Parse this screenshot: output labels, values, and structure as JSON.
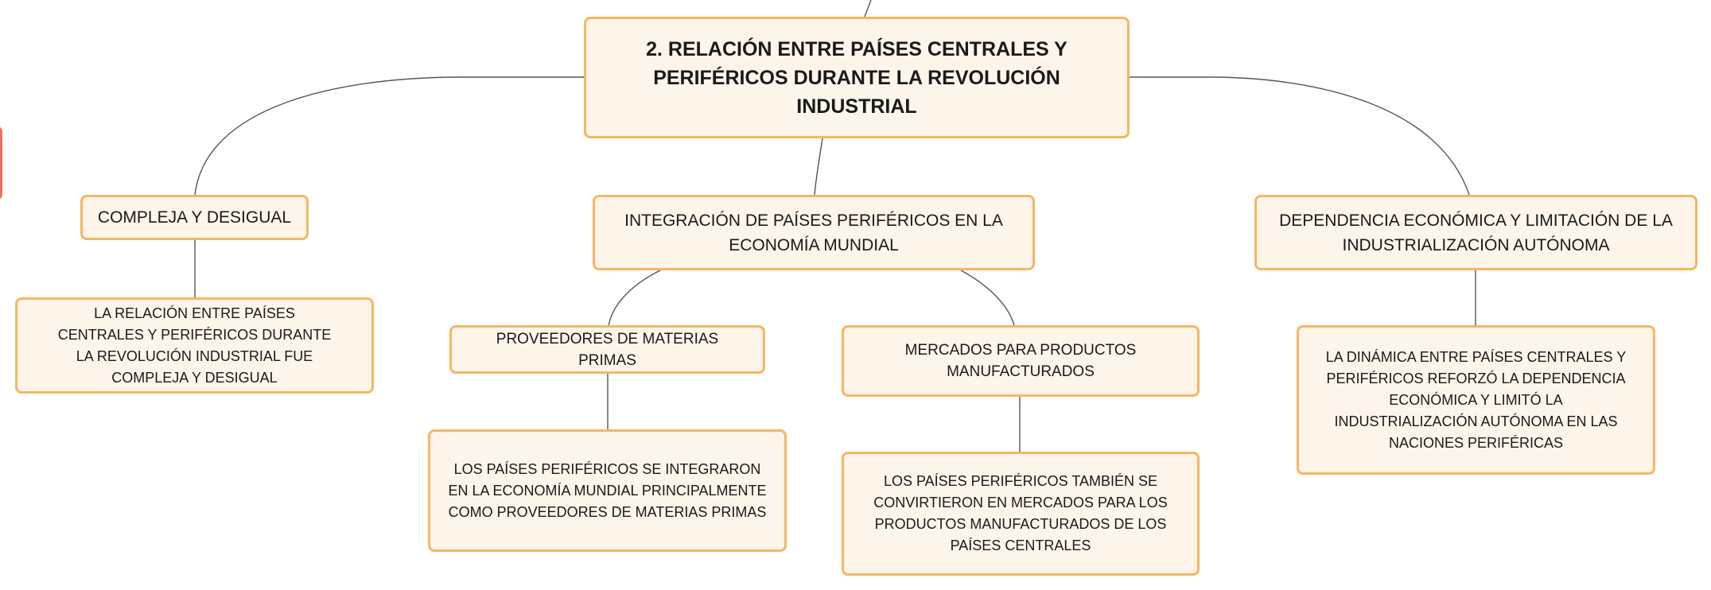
{
  "diagram": {
    "root": {
      "text": "2. RELACIÓN ENTRE PAÍSES CENTRALES Y PERIFÉRICOS DURANTE LA REVOLUCIÓN INDUSTRIAL"
    },
    "branches": [
      {
        "label": "COMPLEJA Y DESIGUAL",
        "detail": "LA RELACIÓN ENTRE PAÍSES CENTRALES Y PERIFÉRICOS DURANTE LA REVOLUCIÓN INDUSTRIAL FUE COMPLEJA Y DESIGUAL"
      },
      {
        "label": "INTEGRACIÓN DE PAÍSES PERIFÉRICOS EN LA ECONOMÍA MUNDIAL",
        "children": [
          {
            "label": "PROVEEDORES DE MATERIAS PRIMAS",
            "detail": "LOS PAÍSES PERIFÉRICOS SE INTEGRARON EN LA ECONOMÍA MUNDIAL PRINCIPALMENTE COMO PROVEEDORES DE MATERIAS PRIMAS"
          },
          {
            "label": "MERCADOS PARA PRODUCTOS MANUFACTURADOS",
            "detail": "LOS PAÍSES PERIFÉRICOS TAMBIÉN SE CONVIRTIERON EN MERCADOS PARA LOS PRODUCTOS MANUFACTURADOS DE LOS PAÍSES CENTRALES"
          }
        ]
      },
      {
        "label": "DEPENDENCIA ECONÓMICA Y LIMITACIÓN DE LA INDUSTRIALIZACIÓN AUTÓNOMA",
        "detail": "LA DINÁMICA ENTRE PAÍSES CENTRALES Y PERIFÉRICOS REFORZÓ LA DEPENDENCIA ECONÓMICA Y LIMITÓ LA INDUSTRIALIZACIÓN AUTÓNOMA EN LAS NACIONES PERIFÉRICAS"
      }
    ]
  },
  "colors": {
    "node_fill": "#fdf4ea",
    "node_border": "#f6b662",
    "connector": "#555555",
    "edge_tab_border": "#e8715a"
  }
}
